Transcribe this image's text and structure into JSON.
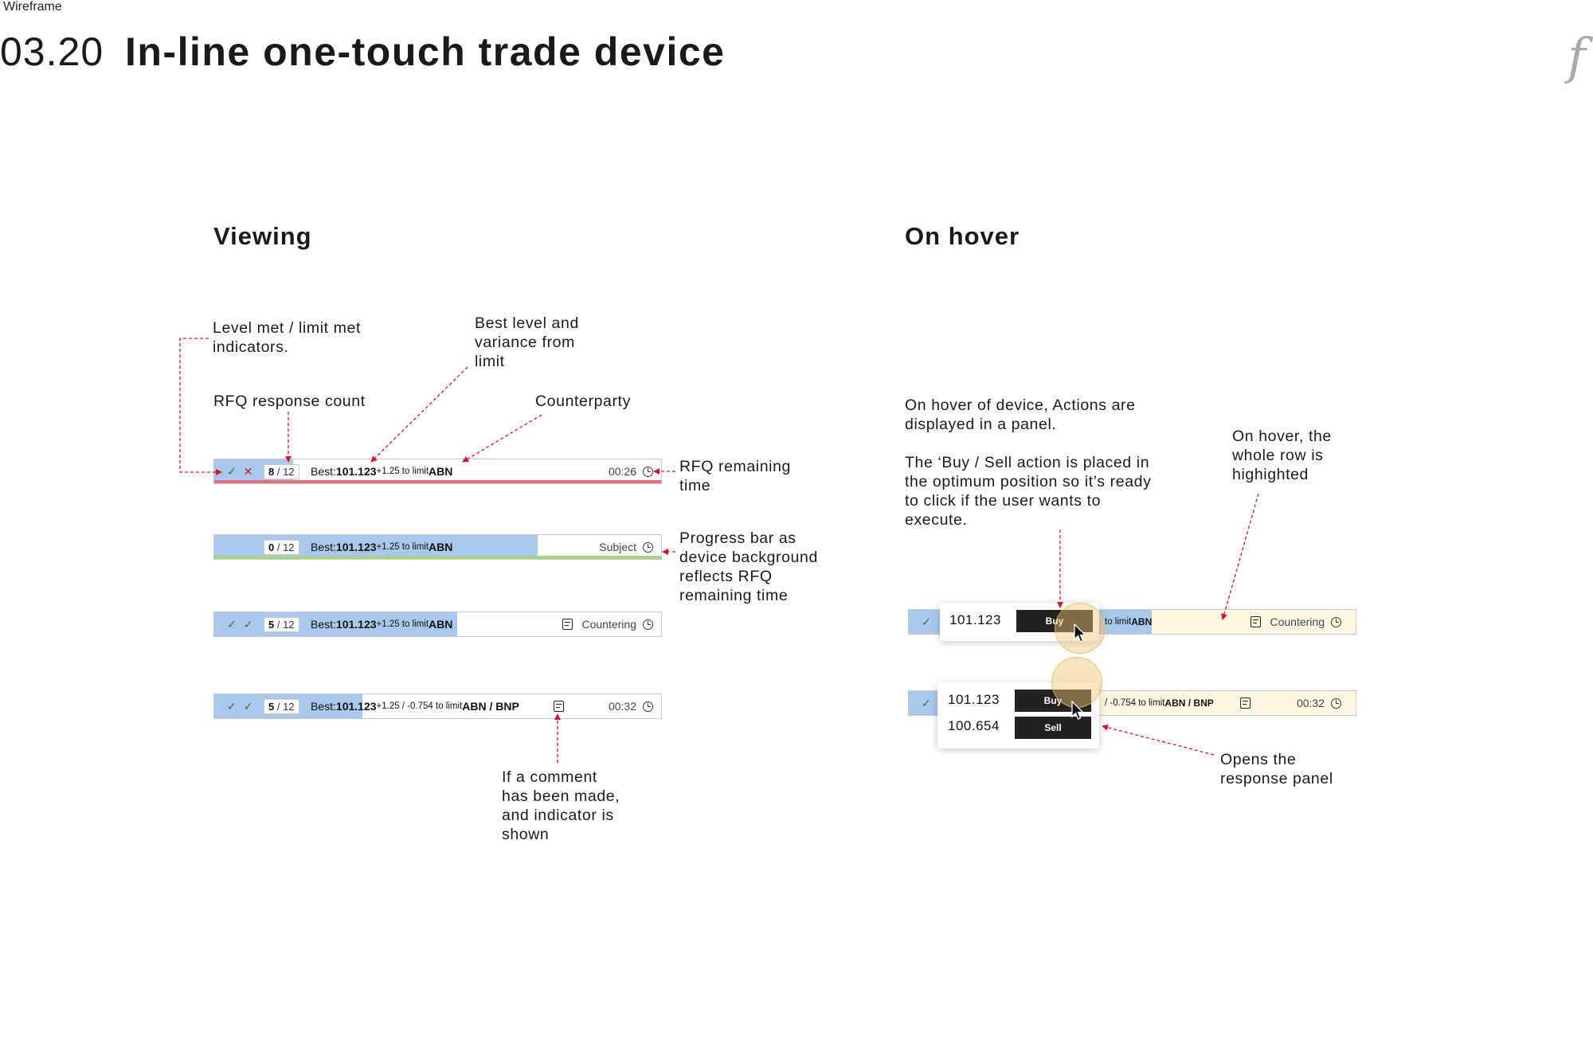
{
  "header": {
    "wireframe_label": "Wireframe",
    "section_number": "03.20",
    "title": "In-line one-touch trade device",
    "logo_glyph": "f"
  },
  "viewing": {
    "heading": "Viewing",
    "notes": {
      "level_met": "Level met / limit met\nindicators.",
      "best_level": "Best level and\nvariance from\nlimit",
      "rfq_count": "RFQ response count",
      "counterparty": "Counterparty",
      "remaining_time": "RFQ remaining\ntime",
      "progress_bar": "Progress bar as\ndevice background\nreflects RFQ\nremaining time",
      "comment": "If a comment\nhas been made,\nand indicator is\nshown"
    },
    "rows": [
      {
        "checks": [
          "✓",
          "✗"
        ],
        "count_num": "8",
        "count_total": " / 12",
        "best_label": "Best: ",
        "level": "101.123",
        "variance": " +1.25 to limit ",
        "counterparty": "ABN",
        "status": "00:26",
        "progress": 0.18,
        "underline_color": "#e0707a"
      },
      {
        "checks": [],
        "count_num": "0",
        "count_total": " / 12",
        "best_label": "Best: ",
        "level": "101.123",
        "variance": " +1.25 to limit ",
        "counterparty": "ABN",
        "status": "Subject",
        "progress": 0.72,
        "underline_color": "#a8d48a"
      },
      {
        "checks": [
          "✓",
          "✓"
        ],
        "count_num": "5",
        "count_total": " / 12",
        "best_label": "Best: ",
        "level": "101.123",
        "variance": " +1.25 to limit ",
        "counterparty": "ABN",
        "status": "Countering",
        "progress": 0.54,
        "comment": true
      },
      {
        "checks": [
          "✓",
          "✓"
        ],
        "count_num": "5",
        "count_total": " / 12",
        "best_label": "Best: ",
        "level": "101.123",
        "variance": " +1.25 / -0.754 to limit ",
        "counterparty": "ABN / BNP",
        "status": "00:32",
        "progress": 0.33,
        "comment": true
      }
    ]
  },
  "hover": {
    "heading": "On hover",
    "notes": {
      "actions_panel": "On hover of device, Actions are\ndisplayed in a panel.\n\nThe ‘Buy / Sell action is placed in\nthe optimum position so it’s ready\nto click if the user wants to\nexecute.",
      "row_highlight": "On hover, the\nwhole row is\nhighighted",
      "response_panel": "Opens the\nresponse panel"
    },
    "rows": [
      {
        "check": "✓",
        "variance": "to limit ",
        "counterparty": "ABN",
        "status": "Countering",
        "progress": 0.54,
        "prices": [
          "101.123"
        ],
        "buttons": [
          "Buy"
        ]
      },
      {
        "check": "✓",
        "variance": "/ -0.754 to limit ",
        "counterparty": "ABN / BNP",
        "status": "00:32",
        "progress": 0.33,
        "prices": [
          "101.123",
          "100.654"
        ],
        "buttons": [
          "Buy",
          "Sell"
        ]
      }
    ]
  },
  "colors": {
    "progress_fill": "#a9c8ec",
    "hover_fill": "#fdf8e1",
    "annotation": "#d0162a",
    "check": "#2d7a2d"
  }
}
